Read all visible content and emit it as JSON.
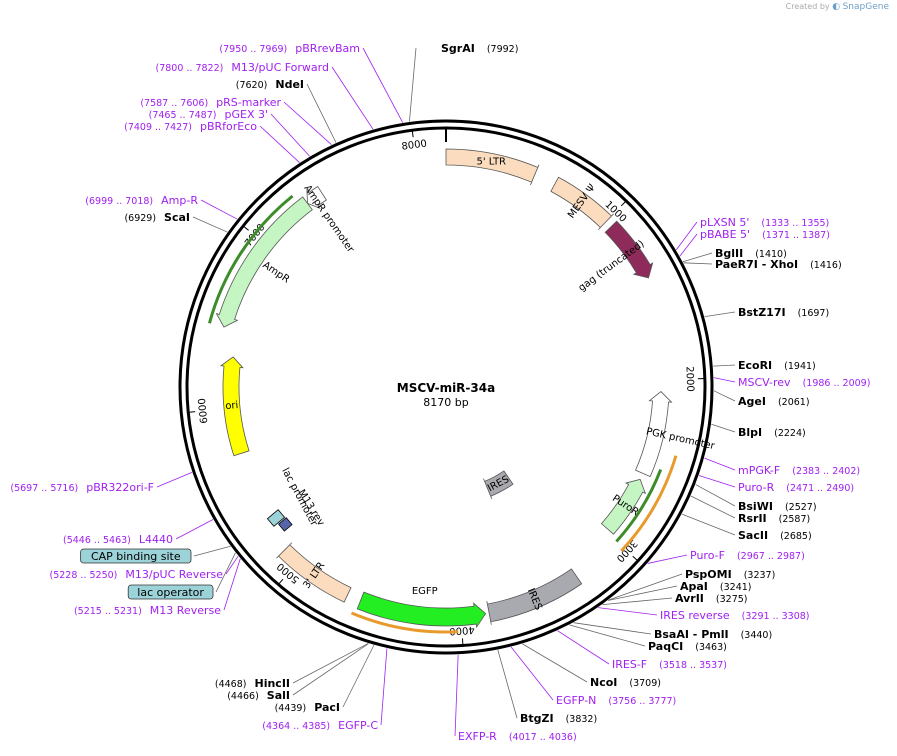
{
  "watermark": {
    "created_by": "Created by",
    "brand": "SnapGene"
  },
  "map": {
    "title": "MSCV-miR-34a",
    "length": "8170 bp",
    "total_bp": 8170,
    "ruler": [
      {
        "bp": 1000,
        "label": "1000"
      },
      {
        "bp": 2000,
        "label": "2000"
      },
      {
        "bp": 3000,
        "label": "3000"
      },
      {
        "bp": 4000,
        "label": "4000"
      },
      {
        "bp": 5000,
        "label": "5000"
      },
      {
        "bp": 6000,
        "label": "6000"
      },
      {
        "bp": 7000,
        "label": "7000"
      },
      {
        "bp": 8000,
        "label": "8000"
      }
    ]
  },
  "colors": {
    "ltr": "#fbdcbf",
    "mesv": "#fbdcbf",
    "gag": "#8e2b5b",
    "pgk": "#ffffff",
    "puro": "#c5f5c2",
    "ires": "#a9a9b0",
    "egfp": "#22ee22",
    "ori": "#ffff00",
    "ampr": "#c5f5c2",
    "orange_orf": "#e89a2c",
    "green_orf": "#3c8c2a",
    "primer": "#a020f0",
    "box_fill": "#9cd3d8"
  },
  "features": [
    {
      "id": "ltr5",
      "label": "5' LTR",
      "start": 0,
      "end": 515
    },
    {
      "id": "mesv",
      "label": "MESV Ψ",
      "start": 640,
      "end": 1000
    },
    {
      "id": "gag",
      "label": "gag (truncated)",
      "start": 1040,
      "end": 1400
    },
    {
      "id": "pgk",
      "label": "PGK promoter",
      "start": 2070,
      "end": 2580
    },
    {
      "id": "puro",
      "label": "PuroR",
      "start": 2620,
      "end": 2980
    },
    {
      "id": "ires1",
      "label": "IRES",
      "start": 3300,
      "end": 3580
    },
    {
      "id": "ires2",
      "label": "IRES",
      "start": 3300,
      "end": 3840
    },
    {
      "id": "egfp",
      "label": "EGFP",
      "start": 3860,
      "end": 4580
    },
    {
      "id": "ltr3",
      "label": "3' LTR",
      "start": 4660,
      "end": 5100
    },
    {
      "id": "lacprom",
      "label": "lac promoter",
      "start": 5260,
      "end": 5395
    },
    {
      "id": "m13rev",
      "label": "M13 rev",
      "start": 5215,
      "end": 5250
    },
    {
      "id": "ori",
      "label": "ori",
      "start": 5720,
      "end": 6310
    },
    {
      "id": "ampr",
      "label": "AmpR",
      "start": 6470,
      "end": 7330
    },
    {
      "id": "amprprom",
      "label": "AmpR promoter",
      "start": 7330,
      "end": 7430
    }
  ],
  "labels_right": [
    {
      "name": "pLXSN 5'",
      "pos": "(1333 .. 1355)",
      "kind": "primer"
    },
    {
      "name": "pBABE 5'",
      "pos": "(1371 .. 1387)",
      "kind": "primer"
    },
    {
      "name": "BglII",
      "pos": "(1410)",
      "kind": "site"
    },
    {
      "name": "PaeR7I",
      "name2": " - XhoI",
      "pos": "(1416)",
      "kind": "site"
    },
    {
      "name": "BstZ17I",
      "pos": "(1697)",
      "kind": "site"
    },
    {
      "name": "EcoRI",
      "pos": "(1941)",
      "kind": "site"
    },
    {
      "name": "MSCV-rev",
      "pos": "(1986 .. 2009)",
      "kind": "primer"
    },
    {
      "name": "AgeI",
      "pos": "(2061)",
      "kind": "site"
    },
    {
      "name": "BlpI",
      "pos": "(2224)",
      "kind": "site"
    },
    {
      "name": "mPGK-F",
      "pos": "(2383 .. 2402)",
      "kind": "primer"
    },
    {
      "name": "Puro-R",
      "pos": "(2471 .. 2490)",
      "kind": "primer"
    },
    {
      "name": "BsiWI",
      "pos": "(2527)",
      "kind": "site"
    },
    {
      "name": "RsrII",
      "pos": "(2587)",
      "kind": "site"
    },
    {
      "name": "SacII",
      "pos": "(2685)",
      "kind": "site"
    },
    {
      "name": "Puro-F",
      "pos": "(2967 .. 2987)",
      "kind": "primer"
    },
    {
      "name": "PspOMI",
      "pos": "(3237)",
      "kind": "site"
    },
    {
      "name": "ApaI",
      "pos": "(3241)",
      "kind": "site"
    },
    {
      "name": "AvrII",
      "pos": "(3275)",
      "kind": "site"
    },
    {
      "name": "IRES reverse",
      "pos": "(3291 .. 3308)",
      "kind": "primer"
    },
    {
      "name": "BsaAI",
      "name2": " - PmlI",
      "pos": "(3440)",
      "kind": "site"
    },
    {
      "name": "PaqCI",
      "pos": "(3463)",
      "kind": "site"
    },
    {
      "name": "IRES-F",
      "pos": "(3518 .. 3537)",
      "kind": "primer"
    },
    {
      "name": "NcoI",
      "pos": "(3709)",
      "kind": "site"
    },
    {
      "name": "EGFP-N",
      "pos": "(3756 .. 3777)",
      "kind": "primer"
    },
    {
      "name": "BtgZI",
      "pos": "(3832)",
      "kind": "site"
    },
    {
      "name": "EXFP-R",
      "pos": "(4017 .. 4036)",
      "kind": "primer"
    }
  ],
  "labels_left": [
    {
      "name": "HincII",
      "pos": "(4468)",
      "kind": "site"
    },
    {
      "name": "SalI",
      "pos": "(4466)",
      "kind": "site"
    },
    {
      "name": "PacI",
      "pos": "(4439)",
      "kind": "site"
    },
    {
      "name": "EGFP-C",
      "pos": "(4364 .. 4385)",
      "kind": "primer"
    },
    {
      "name": "M13 Reverse",
      "pos": "(5215 .. 5231)",
      "kind": "primer"
    },
    {
      "name": "lac operator",
      "pos": "",
      "kind": "box"
    },
    {
      "name": "M13/pUC Reverse",
      "pos": "(5228 .. 5250)",
      "kind": "primer"
    },
    {
      "name": "CAP binding site",
      "pos": "",
      "kind": "box"
    },
    {
      "name": "L4440",
      "pos": "(5446 .. 5463)",
      "kind": "primer"
    },
    {
      "name": "pBR322ori-F",
      "pos": "(5697 .. 5716)",
      "kind": "primer"
    },
    {
      "name": "ScaI",
      "pos": "(6929)",
      "kind": "site"
    },
    {
      "name": "Amp-R",
      "pos": "(6999 .. 7018)",
      "kind": "primer"
    },
    {
      "name": "pBRforEco",
      "pos": "(7409 .. 7427)",
      "kind": "primer"
    },
    {
      "name": "pGEX 3'",
      "pos": "(7465 .. 7487)",
      "kind": "primer"
    },
    {
      "name": "pRS-marker",
      "pos": "(7587 .. 7606)",
      "kind": "primer"
    },
    {
      "name": "NdeI",
      "pos": "(7620)",
      "kind": "site"
    },
    {
      "name": "M13/pUC Forward",
      "pos": "(7800 .. 7822)",
      "kind": "primer"
    },
    {
      "name": "pBRrevBam",
      "pos": "(7950 .. 7969)",
      "kind": "primer"
    },
    {
      "name": "SgrAI",
      "pos": "(7992)",
      "kind": "site"
    }
  ]
}
